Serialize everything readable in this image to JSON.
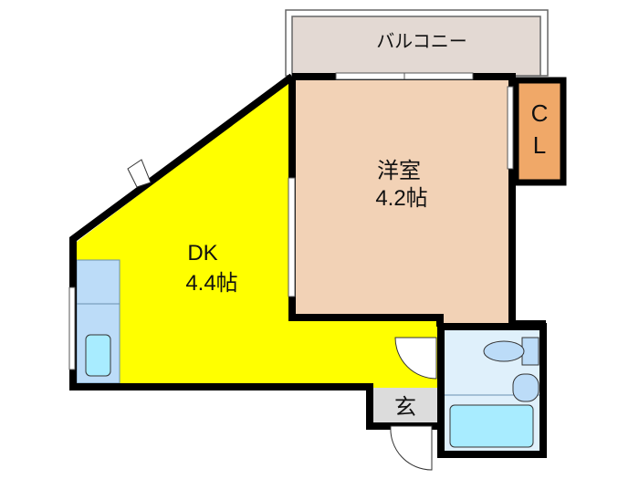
{
  "rooms": {
    "balcony": {
      "label": "バルコニー"
    },
    "western_room": {
      "label": "洋室",
      "size": "4.2帖"
    },
    "closet": {
      "label_line1": "C",
      "label_line2": "L"
    },
    "dk": {
      "label": "DK",
      "size": "4.4帖"
    },
    "entrance": {
      "label": "玄"
    }
  },
  "colors": {
    "dk": "#ffff00",
    "western_room": "#f2d2b6",
    "closet": "#f0a868",
    "balcony": "#e3d9d3",
    "bath": "#dff0fb",
    "fixture": "#bcdcf8",
    "entrance": "#dcdcdc"
  }
}
